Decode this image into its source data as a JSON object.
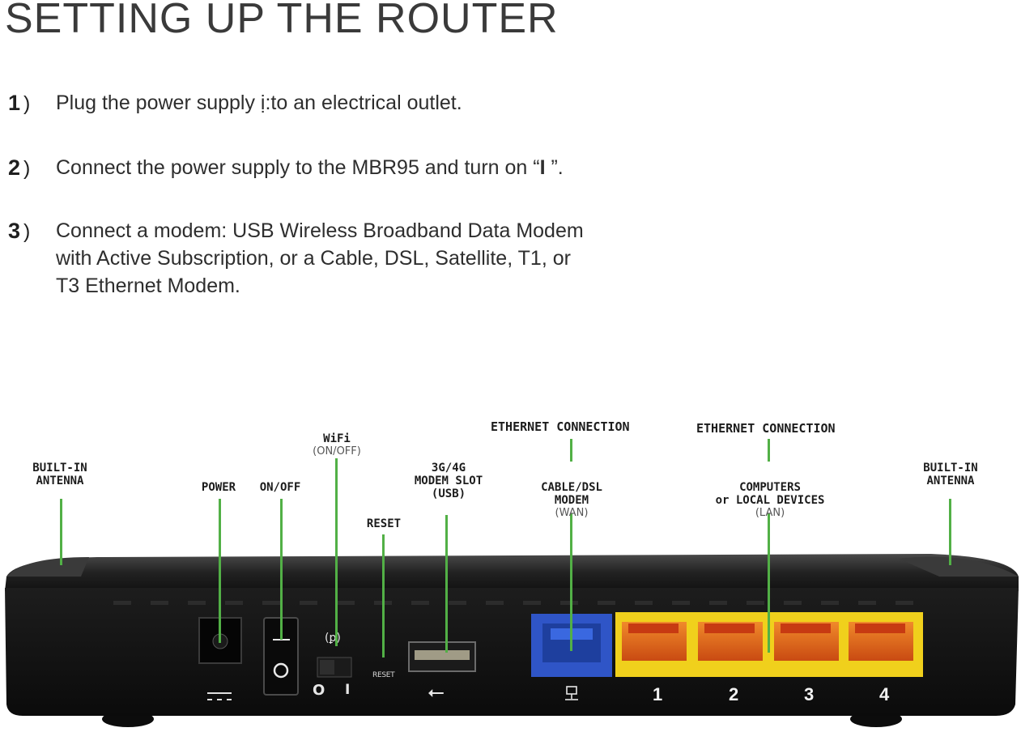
{
  "title": "SETTING UP THE ROUTER",
  "steps": [
    {
      "num": "1",
      "text": "Plug the power supply ị:to an electrical outlet."
    },
    {
      "num": "2",
      "text_a": "Connect the power supply to the MBR95 and turn on “",
      "text_b": "I",
      "text_c": "  ”."
    },
    {
      "num": "3",
      "text": "Connect a modem: USB Wireless Broadband Data Modem\nwith Active Subscription, or a Cable, DSL, Satellite, T1, or\nT3 Ethernet Modem."
    }
  ],
  "paren": ")",
  "callouts": {
    "antenna_left": "BUILT-IN\nANTENNA",
    "power": "POWER",
    "onoff": "ON/OFF",
    "wifi": "WiFi",
    "wifi_sub": "(ON/OFF)",
    "reset": "RESET",
    "modem_slot": "3G/4G\nMODEM SLOT\n(USB)",
    "eth_header_1": "ETHERNET CONNECTION",
    "wan": "CABLE/DSL\nMODEM",
    "wan_sub": "(WAN)",
    "eth_header_2": "ETHERNET CONNECTION",
    "lan": "COMPUTERS\nor LOCAL DEVICES",
    "lan_sub": "(LAN)",
    "antenna_right": "BUILT-IN\nANTENNA"
  },
  "device": {
    "switch_off": "O",
    "switch_on": "I",
    "reset_small": "RESET",
    "lan_ports": [
      "1",
      "2",
      "3",
      "4"
    ]
  },
  "colors": {
    "callout_line": "#52b046",
    "router_body": "#161616",
    "wan_port": "#2f55c7",
    "lan_ports": "#f0d01c",
    "lan_jack": "#e2631b"
  }
}
